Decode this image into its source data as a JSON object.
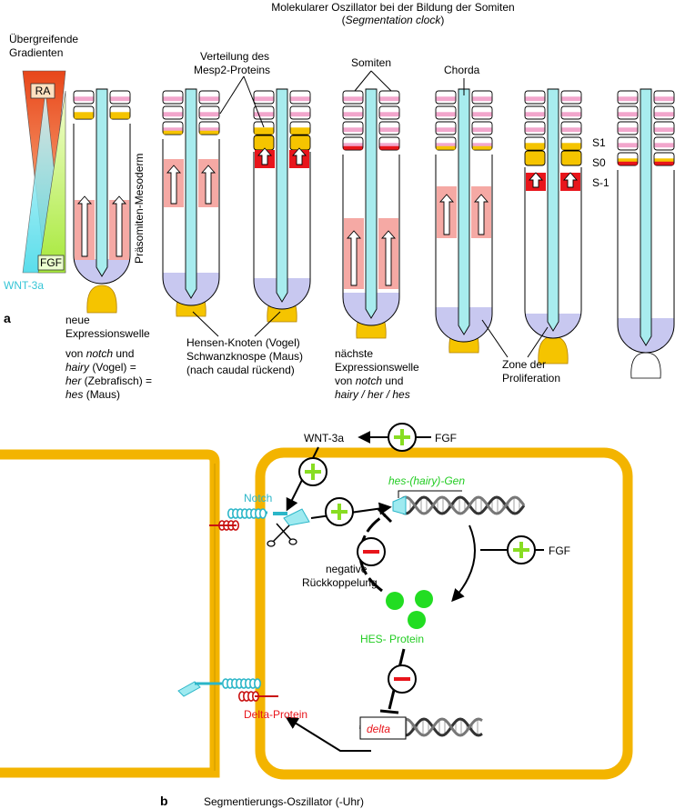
{
  "header": {
    "title": "Molekularer Oszillator bei der Bildung der Somiten",
    "subtitle_open": "(",
    "subtitle_italic": "Segmentation clock",
    "subtitle_close": ")"
  },
  "panel_a": {
    "letter": "a",
    "gradients_title_1": "Übergreifende",
    "gradients_title_2": "Gradienten",
    "ra": "RA",
    "fgf": "FGF",
    "wnt": "WNT-3a",
    "psm": "Präsomiten-Mesoderm",
    "mesp2_1": "Verteilung des",
    "mesp2_2": "Mesp2-Proteins",
    "somiten": "Somiten",
    "chorda": "Chorda",
    "s1": "S1",
    "s0": "S0",
    "sm1": "S-1",
    "wave1": {
      "l1": "neue",
      "l2": "Expressionswelle",
      "l3a": "von ",
      "l3b": "notch",
      "l3c": " und",
      "l4a": "hairy",
      "l4b": " (Vogel) =",
      "l5a": "her",
      "l5b": " (Zebrafisch) =",
      "l6a": "hes",
      "l6b": " (Maus)"
    },
    "hensen": {
      "l1": "Hensen-Knoten (Vogel)",
      "l2": "Schwanzknospe (Maus)",
      "l3": "(nach caudal rückend)"
    },
    "wave2": {
      "l1": "nächste",
      "l2": "Expressionswelle",
      "l3a": "von ",
      "l3b": "notch",
      "l3c": " und",
      "l4": "hairy / her / hes"
    },
    "zone_1": "Zone der",
    "zone_2": "Proliferation"
  },
  "panel_b": {
    "letter": "b",
    "caption": "Segmentierungs-Oszillator (-Uhr)",
    "wnt": "WNT-3a",
    "fgf_top": "FGF",
    "fgf_right": "FGF",
    "notch": "Notch",
    "gene": "hes-(hairy)-Gen",
    "neg_1": "negative",
    "neg_2": "Rückkoppelung",
    "hes_protein": "HES- Protein",
    "delta_protein": "Delta-Protein",
    "delta_gene": "delta"
  },
  "colors": {
    "somite_pink": "#f2a6cc",
    "yellow": "#f5c400",
    "red": "#e8151b",
    "cyan": "#a8ecee",
    "salmon": "#f5a9a4",
    "lavender": "#c8c8f0",
    "green": "#22dd22",
    "plus_green": "#88dd22",
    "cell_yellow": "#f3b400"
  }
}
